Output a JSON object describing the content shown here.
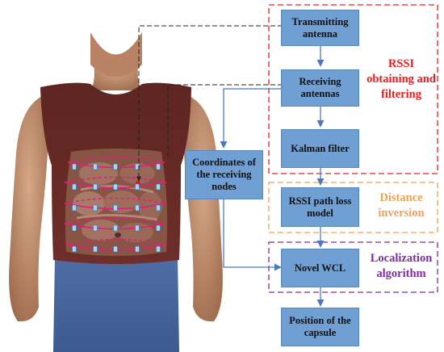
{
  "nodes": {
    "transmitting": "Transmitting\nantenna",
    "receiving": "Receiving\nantennas",
    "kalman": "Kalman filter",
    "path_loss": "RSSI path loss\nmodel",
    "wcl": "Novel WCL",
    "position": "Position of the\ncapsule",
    "coordinates": "Coordinates of\nthe receiving\nnodes"
  },
  "groups": {
    "rssi": "RSSI\nobtaining and\nfiltering",
    "distance": "Distance\ninversion",
    "localization": "Localization\nalgorithm"
  },
  "colors": {
    "node_fill": "#6f9fd3",
    "arrow": "#4a78c2",
    "rssi": "#e8201f",
    "distance": "#f2a055",
    "localization": "#7e2f9e",
    "torso_shirt": "#6a2a26",
    "ring": "#e8197c"
  }
}
